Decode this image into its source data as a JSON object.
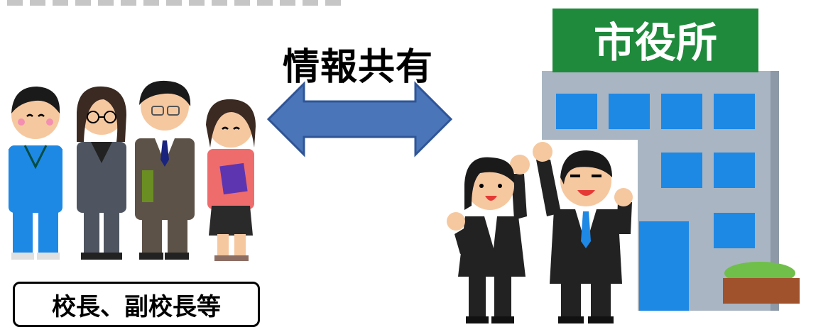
{
  "share_label": "情報共有",
  "school_label": "校長、副校長等",
  "city_hall_sign": "市役所",
  "colors": {
    "arrow_fill": "#4a76b9",
    "arrow_stroke": "#2f5597",
    "sign_green": "#1f8a3c",
    "building_gray": "#a9b5c2",
    "window_blue": "#1e88e5"
  }
}
